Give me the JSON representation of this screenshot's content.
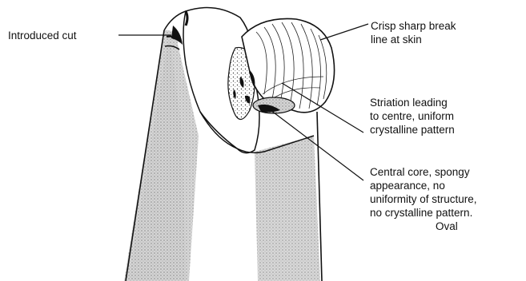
{
  "labels": {
    "introduced_cut": "Introduced cut",
    "crisp_break": {
      "line1": "Crisp sharp break",
      "line2": "line at skin"
    },
    "striation": {
      "line1": "Striation leading",
      "line2": "to centre, uniform",
      "line3": "crystalline pattern"
    },
    "central_core": {
      "line1": "Central core, spongy",
      "line2": "appearance, no",
      "line3": "uniformity of structure,",
      "line4": "no crystalline pattern.",
      "line5": "Oval"
    }
  },
  "colors": {
    "ink": "#111111",
    "stipple": "#bdbdbd",
    "background": "#ffffff"
  }
}
